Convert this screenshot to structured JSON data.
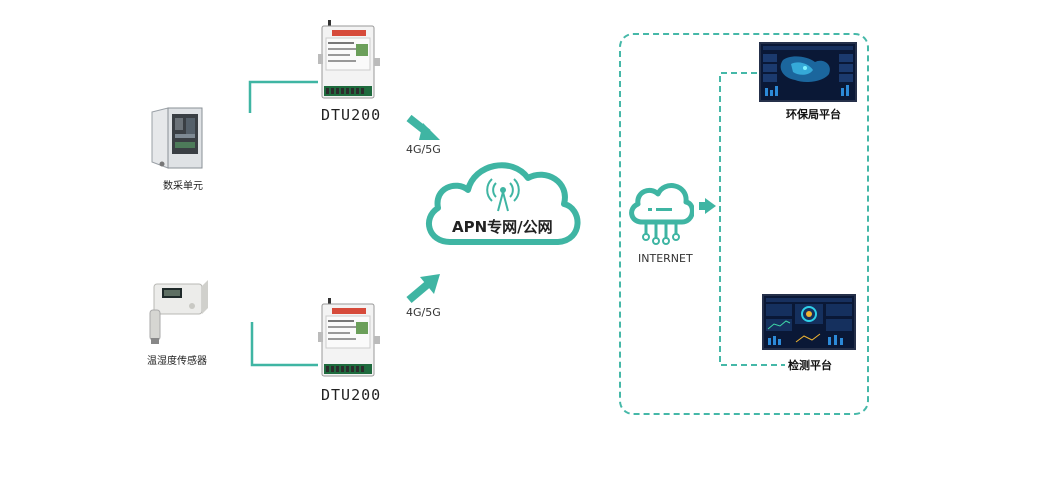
{
  "devices": {
    "dtu_top_label": "DTU200",
    "dtu_bottom_label": "DTU200",
    "data_unit_label": "数采单元",
    "sensor_label": "温湿度传感器"
  },
  "network": {
    "top_link_label": "4G/5G",
    "bottom_link_label": "4G/5G",
    "cloud_label": "APN专网/公网",
    "internet_label": "INTERNET"
  },
  "platforms": {
    "top_label": "环保局平台",
    "bottom_label": "检测平台"
  },
  "colors": {
    "accent": "#3fb5a3",
    "dashed": "#45b8a8",
    "screen_bg": "#0b1a3a"
  }
}
